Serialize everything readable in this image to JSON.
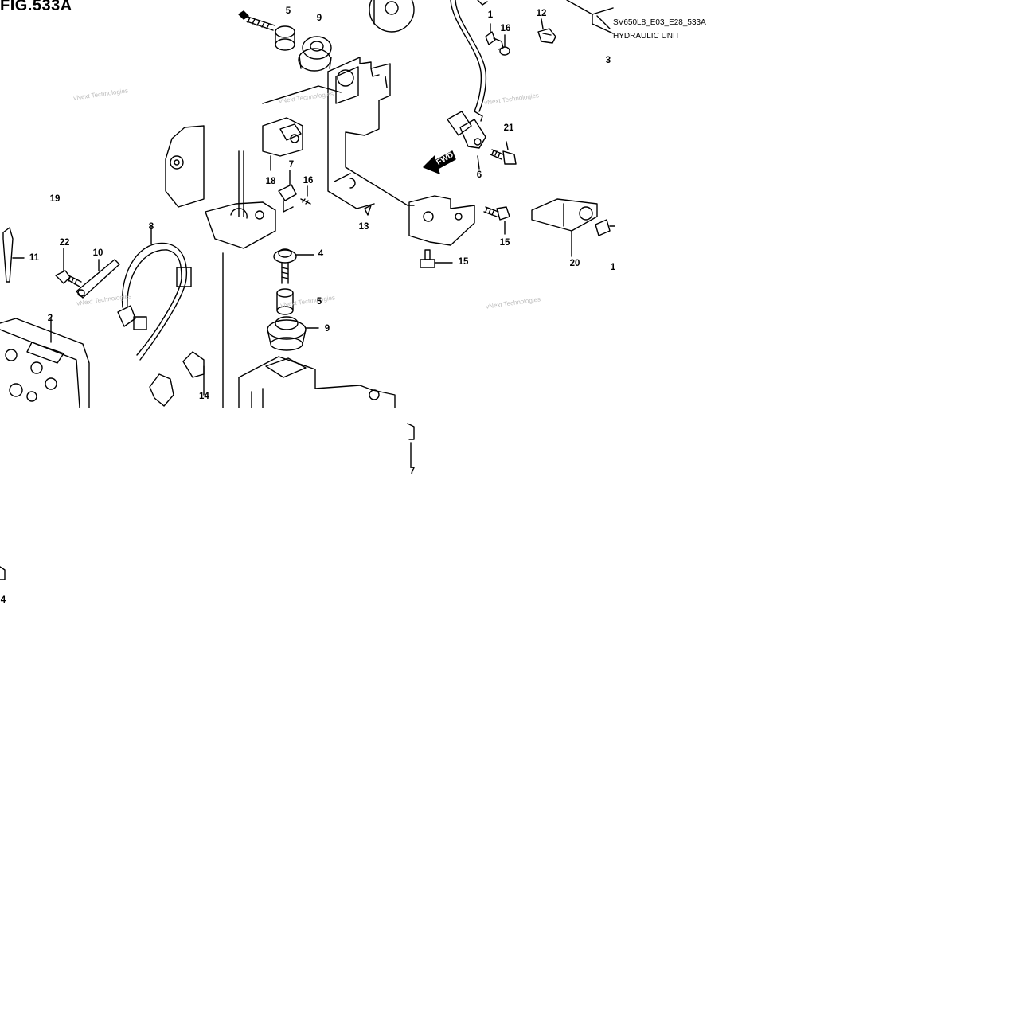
{
  "figure": {
    "title": "FIG.533A",
    "code": "SV650L8_E03_E28_533A",
    "unit_label": "HYDRAULIC UNIT",
    "fwd_label": "FWD",
    "watermark": "vNext Technologies"
  },
  "callouts": [
    {
      "id": "c5a",
      "text": "5"
    },
    {
      "id": "c9a",
      "text": "9"
    },
    {
      "id": "c1a",
      "text": "1"
    },
    {
      "id": "c12",
      "text": "12"
    },
    {
      "id": "c16a",
      "text": "16"
    },
    {
      "id": "c3",
      "text": "3"
    },
    {
      "id": "c21",
      "text": "21"
    },
    {
      "id": "c6",
      "text": "6"
    },
    {
      "id": "c18",
      "text": "18"
    },
    {
      "id": "c7a",
      "text": "7"
    },
    {
      "id": "c16b",
      "text": "16"
    },
    {
      "id": "c13",
      "text": "13"
    },
    {
      "id": "c19",
      "text": "19"
    },
    {
      "id": "c15a",
      "text": "15"
    },
    {
      "id": "c20",
      "text": "20"
    },
    {
      "id": "c1b",
      "text": "1"
    },
    {
      "id": "c11",
      "text": "11"
    },
    {
      "id": "c22",
      "text": "22"
    },
    {
      "id": "c10",
      "text": "10"
    },
    {
      "id": "c8",
      "text": "8"
    },
    {
      "id": "c4",
      "text": "4"
    },
    {
      "id": "c15b",
      "text": "15"
    },
    {
      "id": "c5b",
      "text": "5"
    },
    {
      "id": "c9b",
      "text": "9"
    },
    {
      "id": "c2",
      "text": "2"
    },
    {
      "id": "c14a",
      "text": "14"
    },
    {
      "id": "c7b",
      "text": "7"
    },
    {
      "id": "c4b",
      "text": "4"
    }
  ]
}
